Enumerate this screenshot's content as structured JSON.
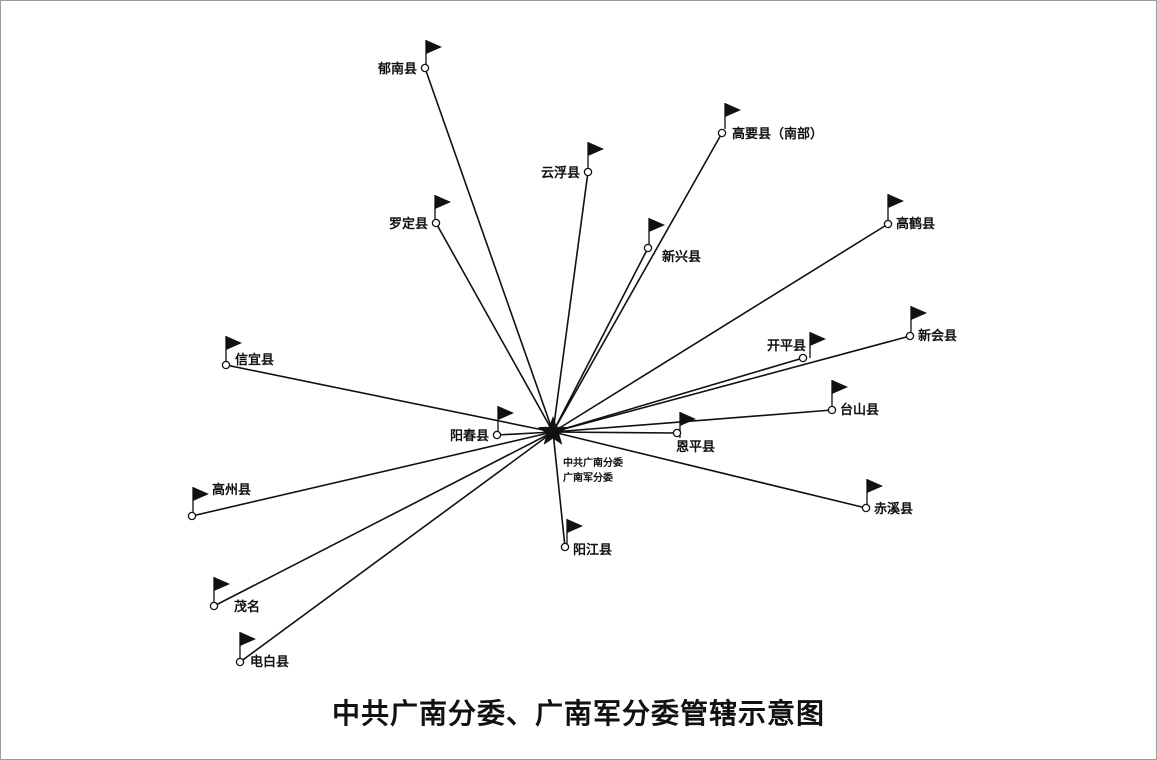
{
  "title": "中共广南分委、广南军分委管辖示意图",
  "center": {
    "label_line1": "中共广南分委",
    "label_line2": "广南军分委"
  },
  "nodes": [
    {
      "id": "yunan",
      "label": "郁南县"
    },
    {
      "id": "gaoyao",
      "label": "高要县（南部）"
    },
    {
      "id": "yunfu",
      "label": "云浮县"
    },
    {
      "id": "luoding",
      "label": "罗定县"
    },
    {
      "id": "xinxing",
      "label": "新兴县"
    },
    {
      "id": "gaohe",
      "label": "高鹤县"
    },
    {
      "id": "xinyi",
      "label": "信宜县"
    },
    {
      "id": "xinhui",
      "label": "新会县"
    },
    {
      "id": "kaiping",
      "label": "开平县"
    },
    {
      "id": "taishan",
      "label": "台山县"
    },
    {
      "id": "yangchun",
      "label": "阳春县"
    },
    {
      "id": "enping",
      "label": "恩平县"
    },
    {
      "id": "gaozhou",
      "label": "高州县"
    },
    {
      "id": "chixi",
      "label": "赤溪县"
    },
    {
      "id": "yangjiang",
      "label": "阳江县"
    },
    {
      "id": "maoming",
      "label": "茂名"
    },
    {
      "id": "dianbai",
      "label": "电白县"
    }
  ],
  "colors": {
    "line": "#111111",
    "flag": "#111111",
    "background": "#ffffff",
    "border": "#9a9a9a"
  }
}
